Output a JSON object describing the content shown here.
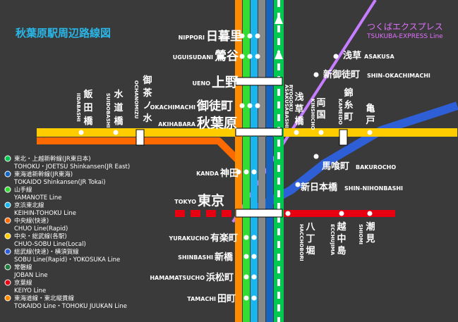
{
  "title": "秋葉原駅周辺路線図",
  "colors": {
    "background": "#3a3a3a",
    "shinkansen_east": "#00c850",
    "shinkansen_tokai": "#1565c0",
    "yamanote": "#33dd33",
    "keihin_tohoku": "#19b5ec",
    "chuo_rapid": "#ff6a00",
    "chuo_sobu": "#ffcc00",
    "sobu_rapid": "#2f5fd6",
    "joban": "#1f7a3c",
    "keiyo": "#e60012",
    "tokaido": "#ff8c00",
    "tsukuba": "#c77dff",
    "station_box": "#ffffff"
  },
  "tsukuba": {
    "ja": "つくばエクスプレス",
    "en": "TSUKUBA-EXPRESS Line"
  },
  "stations": {
    "nippori": {
      "ja": "日暮里",
      "en": "NIPPORI"
    },
    "uguisudani": {
      "ja": "鶯谷",
      "en": "UGUISUDANI"
    },
    "ueno": {
      "ja": "上野",
      "en": "UENO"
    },
    "okachimachi": {
      "ja": "御徒町",
      "en": "OKACHIMACHI"
    },
    "akihabara": {
      "ja": "秋葉原",
      "en": "AKIHABARA"
    },
    "kanda": {
      "ja": "神田",
      "en": "KANDA"
    },
    "tokyo": {
      "ja": "東京",
      "en": "TOKYO"
    },
    "yurakucho": {
      "ja": "有楽町",
      "en": "YURAKUCHO"
    },
    "shinbashi": {
      "ja": "新橋",
      "en": "SHINBASHI"
    },
    "hamamatsucho": {
      "ja": "浜松町",
      "en": "HAMAMATSUCHO"
    },
    "tamachi": {
      "ja": "田町",
      "en": "TAMACHI"
    },
    "iidabashi": {
      "ja": "飯田橋",
      "en": "IIDABASHI"
    },
    "suidobashi": {
      "ja": "水道橋",
      "en": "SUIDOBASHI"
    },
    "ochanomizu": {
      "ja": "御茶ノ水",
      "en": "OCHANOMIZU"
    },
    "asakusabashi": {
      "en": "ASAKUSABASHI"
    },
    "asakusabashi_ja": {
      "ja": "浅草橋",
      "en": "RYOGOKU"
    },
    "ryogoku": {
      "ja": "両国",
      "en": "KINSHICHO"
    },
    "kinshicho": {
      "ja": "錦糸町",
      "en": "KAMEIDO"
    },
    "kameido": {
      "ja": "亀戸"
    },
    "asakusa": {
      "ja": "浅草",
      "en": "ASAKUSA"
    },
    "shin_okachimachi": {
      "ja": "新御徒町",
      "en": "SHIN-OKACHIMACHI"
    },
    "bakurocho": {
      "ja": "馬喰町",
      "en": "BAKUROCHO"
    },
    "shin_nihonbashi": {
      "ja": "新日本橋",
      "en": "SHIN-NIHONBASHI"
    },
    "hacchobori": {
      "ja": "八丁堀",
      "en": "HACCHOBORI"
    },
    "etchujima": {
      "ja": "越中島",
      "en": "ECCHUJIMA"
    },
    "shiomi": {
      "ja": "潮見",
      "en": "SHIOMI"
    }
  },
  "legend": [
    {
      "ja": "東北・上越新幹線(JR東日本)",
      "en": "TOHOKU・JOETSU Shinkansen(JR East)",
      "color": "#00c850"
    },
    {
      "ja": "東海道新幹線(JR東海)",
      "en": "TOKAIDO Shinkansen(JR Tokai)",
      "color": "#1565c0"
    },
    {
      "ja": "山手線",
      "en": "YAMANOTE Line",
      "color": "#33dd33"
    },
    {
      "ja": "京浜東北線",
      "en": "KEIHIN-TOHOKU Line",
      "color": "#19b5ec"
    },
    {
      "ja": "中央線(快速)",
      "en": "CHUO Line(Rapid)",
      "color": "#ff6a00"
    },
    {
      "ja": "中央・総武線(各駅)",
      "en": "CHUO-SOBU Line(Local)",
      "color": "#ffcc00"
    },
    {
      "ja": "総武線(快速)・横須賀線",
      "en": "SOBU Line(Rapid)・YOKOSUKA Line",
      "color": "#2f5fd6"
    },
    {
      "ja": "常磐線",
      "en": "JOBAN Line",
      "color": "#1f7a3c"
    },
    {
      "ja": "京葉線",
      "en": "KEIYO Line",
      "color": "#e60012"
    },
    {
      "ja": "東海道線・東北縦貫線",
      "en": "TOKAIDO Line・TOHOKU JUUKAN Line",
      "color": "#ff8c00"
    }
  ]
}
